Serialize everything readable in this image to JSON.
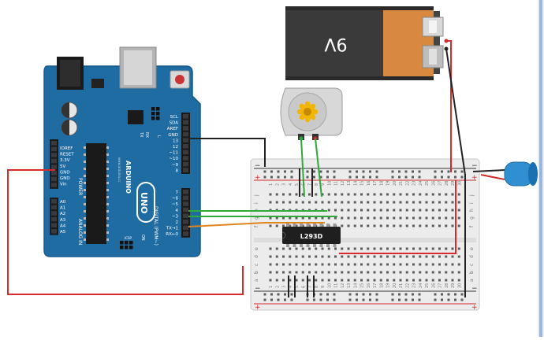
{
  "battery": {
    "label": "9V",
    "body_color": "#3a3a3a",
    "cap_color": "#d9893f"
  },
  "motor": {
    "name": "dc-motor"
  },
  "ic": {
    "label": "L293D"
  },
  "arduino": {
    "brand": "ARDUINO",
    "model": "UNO",
    "board_color": "#1f6ca3",
    "power_header_label": "POWER",
    "analog_header_label": "ANALOG IN",
    "digital_header_label": "DIGITAL (PWM~)",
    "left_pins": [
      "IOREF",
      "RESET",
      "3.3V",
      "5V",
      "GND",
      "GND",
      "Vin"
    ],
    "analog_pins": [
      "A0",
      "A1",
      "A2",
      "A3",
      "A4",
      "A5"
    ],
    "top_pins": [
      "SCL",
      "SDA",
      "AREF",
      "GND",
      "13",
      "12",
      "~11",
      "~10",
      "~9",
      "8"
    ],
    "right_pins": [
      "7",
      "~6",
      "~5",
      "4",
      "~3",
      "2",
      "TX→1",
      "RX←0"
    ],
    "tx_label": "TX",
    "rx_label": "RX",
    "l_label": "L",
    "on_label": "ON",
    "icsp_label": "ICSP",
    "small_text": "www.arduino.cc"
  },
  "breadboard": {
    "top_numbers": [
      "1",
      "2",
      "3",
      "4",
      "5",
      "6",
      "7",
      "8",
      "9",
      "10",
      "11",
      "12",
      "13",
      "14",
      "15",
      "16",
      "17",
      "18",
      "19",
      "20",
      "21",
      "22",
      "23",
      "24",
      "25",
      "26",
      "27",
      "28",
      "29",
      "30"
    ],
    "bottom_numbers": [
      "1",
      "2",
      "3",
      "4",
      "5",
      "6",
      "7",
      "8",
      "9",
      "10",
      "11",
      "12",
      "13",
      "14",
      "15",
      "16",
      "17",
      "18",
      "19",
      "20",
      "21",
      "22",
      "23",
      "24",
      "25",
      "26",
      "27",
      "28",
      "29",
      "30"
    ],
    "upper_rows": [
      "j",
      "i",
      "h",
      "g",
      "f"
    ],
    "lower_rows": [
      "e",
      "d",
      "c",
      "b",
      "a"
    ],
    "plus_sign": "+",
    "minus_sign": "−"
  },
  "colors": {
    "wire_red": "#d62b2b",
    "wire_black": "#222222",
    "wire_green": "#31a83a",
    "wire_orange": "#e0851c",
    "breadboard": "#ececec",
    "capacitor": "#2f8fd1"
  }
}
